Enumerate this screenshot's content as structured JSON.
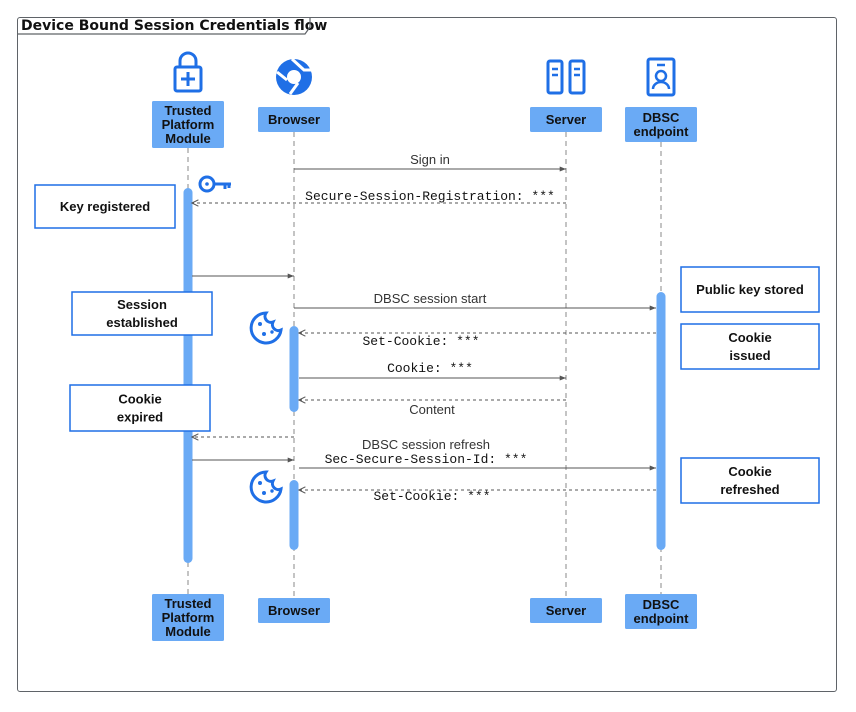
{
  "diagram": {
    "title": "Device Bound Session Credentials flow",
    "participants": [
      {
        "id": "tpm",
        "label": [
          "Trusted",
          "Platform",
          "Module"
        ],
        "icon": "lock-plus-icon"
      },
      {
        "id": "browser",
        "label": [
          "Browser"
        ],
        "icon": "chrome-icon"
      },
      {
        "id": "server",
        "label": [
          "Server"
        ],
        "icon": "server-icon"
      },
      {
        "id": "dbsc",
        "label": [
          "DBSC",
          "endpoint"
        ],
        "icon": "id-badge-icon"
      }
    ],
    "messages": [
      {
        "label": "Sign in",
        "style": "plain"
      },
      {
        "label": "Secure-Session-Registration: ***",
        "style": "mono"
      },
      {
        "label": "",
        "style": "plain"
      },
      {
        "label": "DBSC session start",
        "style": "plain"
      },
      {
        "label": "Set-Cookie: ***",
        "style": "mono"
      },
      {
        "label": "Cookie: ***",
        "style": "mono"
      },
      {
        "label": "Content",
        "style": "plain"
      },
      {
        "label": "",
        "style": "plain"
      },
      {
        "label": "",
        "style": "plain"
      },
      {
        "label": "DBSC session refresh",
        "label2": "Sec-Secure-Session-Id: ***",
        "style": "mixed"
      },
      {
        "label": "Set-Cookie: ***",
        "style": "mono"
      }
    ],
    "notes": [
      {
        "label": [
          "Key registered"
        ]
      },
      {
        "label": [
          "Session",
          "established"
        ]
      },
      {
        "label": [
          "Cookie",
          "expired"
        ]
      },
      {
        "label": [
          "Public key stored"
        ]
      },
      {
        "label": [
          "Cookie",
          "issued"
        ]
      },
      {
        "label": [
          "Cookie",
          "refreshed"
        ]
      }
    ],
    "icons": [
      "key-icon",
      "cookie-icon",
      "cookie-icon"
    ],
    "colors": {
      "participant_fill": "#6aaaf5",
      "activation": "#6aaaf5",
      "note_border": "#1f6fe6",
      "icon_blue": "#1f6fe6",
      "line": "#555555"
    }
  }
}
